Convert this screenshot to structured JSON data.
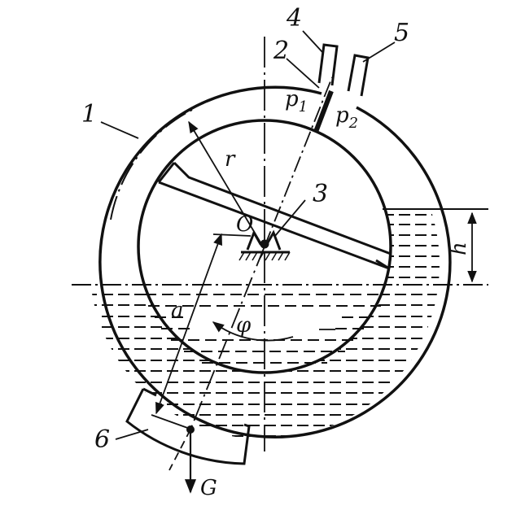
{
  "diagram": {
    "colors": {
      "ink": "#111111",
      "background": "#ffffff"
    },
    "labels": {
      "part_1": "1",
      "part_2": "2",
      "part_3": "3",
      "part_4": "4",
      "part_5": "5",
      "part_6": "6",
      "p1": "p",
      "p1_sub": "1",
      "p2": "p",
      "p2_sub": "2",
      "radius": "r",
      "center": "O",
      "arm": "a",
      "angle": "φ",
      "level_diff": "h",
      "weight": "G"
    }
  }
}
